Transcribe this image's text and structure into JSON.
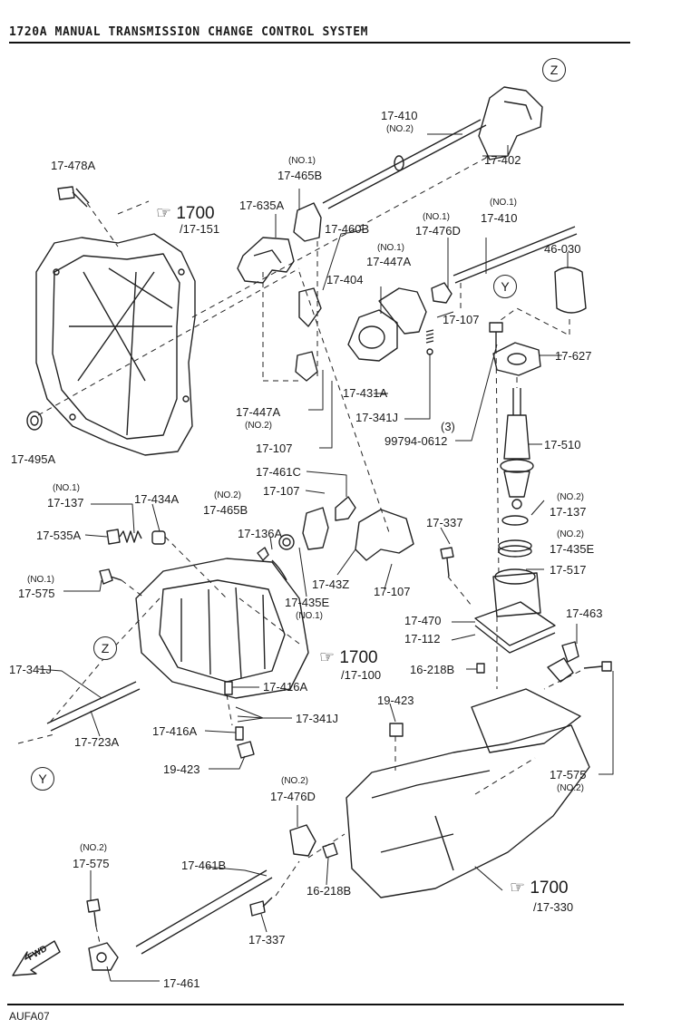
{
  "header": {
    "title": "1720A   MANUAL TRANSMISSION CHANGE CONTROL SYSTEM"
  },
  "footer": {
    "code": "AUFA07"
  },
  "markers": {
    "z": "Z",
    "y": "Y"
  },
  "fwd": "FWD",
  "refs": {
    "r1": {
      "num": "1700",
      "sub": "/17-151"
    },
    "r2": {
      "num": "1700",
      "sub": "/17-100"
    },
    "r3": {
      "num": "1700",
      "sub": "/17-330"
    }
  },
  "parts": {
    "p17_410_no2": {
      "label": "17-410",
      "note": "(NO.2)"
    },
    "p17_402": "17-402",
    "p17_478A": "17-478A",
    "p17_465B_no1": {
      "note": "(NO.1)",
      "label": "17-465B"
    },
    "p17_635A": "17-635A",
    "p17_410_no1": {
      "note": "(NO.1)",
      "label": "17-410"
    },
    "p46_030": "46-030",
    "p17_476D_no1": {
      "note": "(NO.1)",
      "label": "17-476D"
    },
    "p17_460B": "17-460B",
    "p17_447A_no1": {
      "note": "(NO.1)",
      "label": "17-447A"
    },
    "p17_404": "17-404",
    "p17_107_a": "17-107",
    "p17_627": "17-627",
    "p17_431A": "17-431A",
    "p17_447A_no2": {
      "label": "17-447A",
      "note": "(NO.2)"
    },
    "p17_341J_a": "17-341J",
    "p3": "(3)",
    "p99794": "99794-0612",
    "p17_510": "17-510",
    "p17_107_b": "17-107",
    "p17_495A": "17-495A",
    "p17_461C": "17-461C",
    "p17_107_c": "17-107",
    "p17_465B_no2": {
      "note": "(NO.2)",
      "label": "17-465B"
    },
    "p17_137_no1": {
      "note": "(NO.1)",
      "label": "17-137"
    },
    "p17_434A": "17-434A",
    "p17_137_no2": {
      "note": "(NO.2)",
      "label": "17-137"
    },
    "p17_535A": "17-535A",
    "p17_136A": "17-136A",
    "p17_337_a": "17-337",
    "p17_435E_no2": {
      "note": "(NO.2)",
      "label": "17-435E"
    },
    "p17_517": "17-517",
    "p17_575_no1": {
      "note": "(NO.1)",
      "label": "17-575"
    },
    "p17_432": "17-43Z",
    "p17_107_d": "17-107",
    "p17_435E_no1": {
      "label": "17-435E",
      "note": "(NO.1)"
    },
    "p17_470": "17-470",
    "p17_463": "17-463",
    "p17_112": "17-112",
    "p17_341J_b": "17-341J",
    "p16_218B_a": "16-218B",
    "p17_416A_a": "17-416A",
    "p19_423_a": "19-423",
    "p17_341J_c": "17-341J",
    "p17_416A_b": "17-416A",
    "p17_723A": "17-723A",
    "p19_423_b": "19-423",
    "p17_575_no2r": {
      "label": "17-575",
      "note": "(NO.2)"
    },
    "p17_476D_no2": {
      "note": "(NO.2)",
      "label": "17-476D"
    },
    "p17_575_no2l": {
      "note": "(NO.2)",
      "label": "17-575"
    },
    "p17_461B": "17-461B",
    "p16_218B_b": "16-218B",
    "p17_337_b": "17-337",
    "p17_461": "17-461"
  }
}
